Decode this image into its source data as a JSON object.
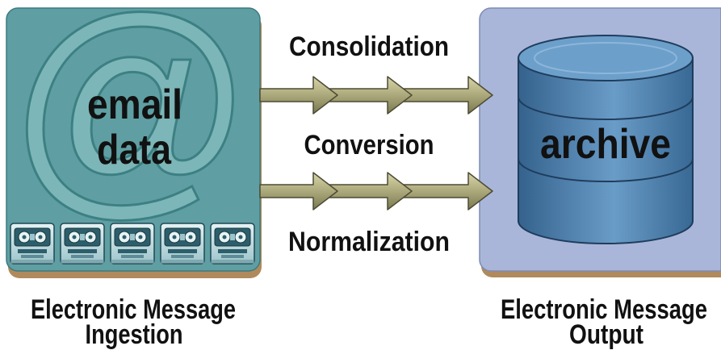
{
  "diagram": {
    "ingestion": {
      "icon": "at-sign-icon",
      "at_symbol": "@",
      "label_lines": [
        "email",
        "data"
      ],
      "caption_lines": [
        "Electronic Message",
        "Ingestion"
      ],
      "storage_icons": [
        "tape-drive-icon",
        "tape-drive-icon",
        "tape-drive-icon",
        "tape-drive-icon",
        "tape-drive-icon"
      ],
      "color": "#5f9fa3"
    },
    "processes": [
      "Consolidation",
      "Conversion",
      "Normalization"
    ],
    "flow_arrows": [
      "arrow-right-icon",
      "arrow-right-icon"
    ],
    "output": {
      "icon": "database-icon",
      "label": "archive",
      "caption_lines": [
        "Electronic Message",
        "Output"
      ],
      "color": "#a9b6d9"
    },
    "arrow_color": "#aba97b",
    "base_color": "#b08a5c"
  }
}
